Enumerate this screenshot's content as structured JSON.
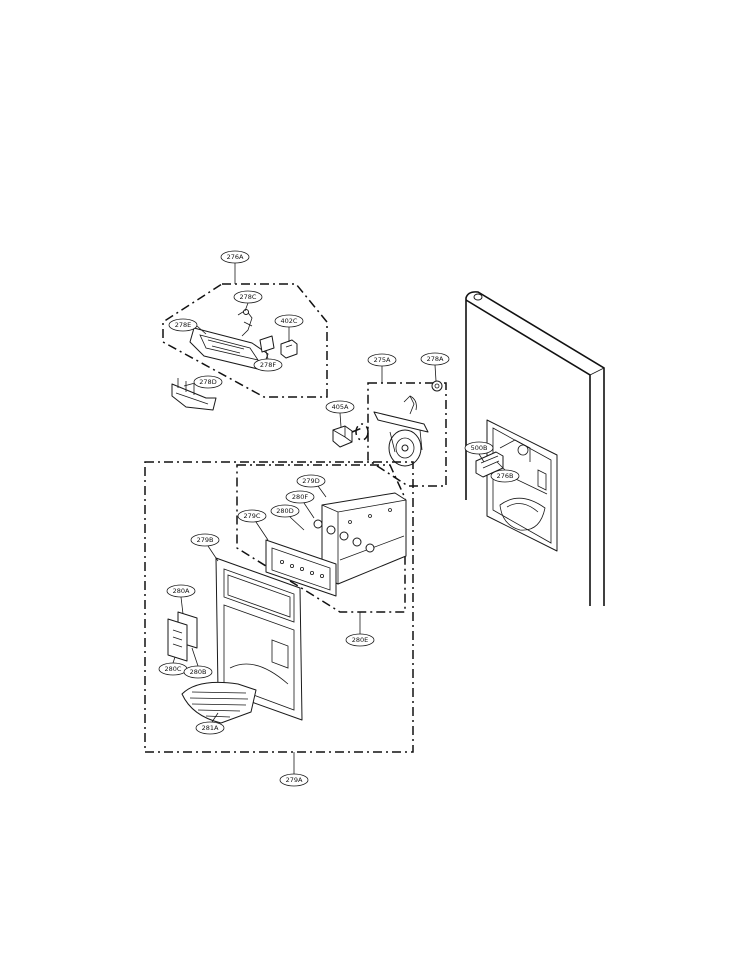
{
  "callouts": {
    "276A": "276A",
    "278C": "278C",
    "278E": "278E",
    "402C": "402C",
    "278F": "278F",
    "278D": "278D",
    "275A": "275A",
    "278A": "278A",
    "405A": "405A",
    "500B": "500B",
    "276B": "276B",
    "279D": "279D",
    "280F": "280F",
    "280D": "280D",
    "279C": "279C",
    "279B": "279B",
    "280A": "280A",
    "280C": "280C",
    "280B": "280B",
    "281A": "281A",
    "280E": "280E",
    "279A": "279A"
  }
}
